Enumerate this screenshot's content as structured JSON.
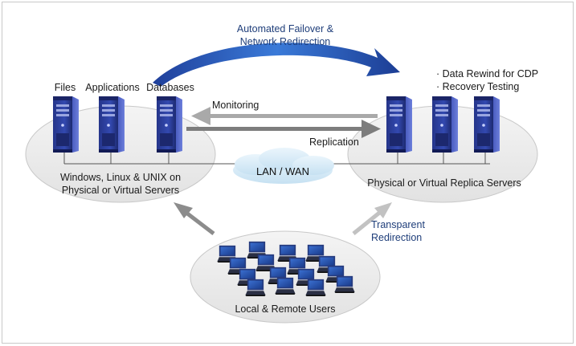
{
  "failover": {
    "line1": "Automated Failover &",
    "line2": "Network Redirection"
  },
  "features": {
    "item1": "· Data Rewind for CDP",
    "item2": "· Recovery Testing"
  },
  "primary": {
    "server_labels": [
      "Files",
      "Applications",
      "Databases"
    ],
    "caption_line1": "Windows, Linux & UNIX on",
    "caption_line2": "Physical or Virtual Servers"
  },
  "replica": {
    "caption": "Physical or Virtual Replica Servers"
  },
  "links": {
    "monitoring": "Monitoring",
    "replication": "Replication",
    "network": "LAN / WAN"
  },
  "users": {
    "redirect_line1": "Transparent",
    "redirect_line2": "Redirection",
    "caption": "Local & Remote Users"
  },
  "colors": {
    "accent": "#2b5fb8",
    "server_body": "#2a3a8f",
    "ellipse_fill": "#ececec",
    "arrow_grey": "#8c8c8c"
  }
}
